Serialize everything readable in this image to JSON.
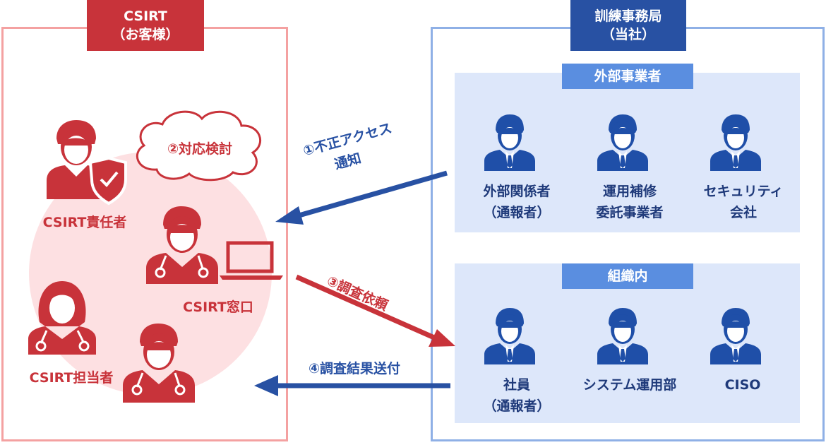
{
  "left_panel": {
    "header_line1": "CSIRT",
    "header_line2": "（お客様）",
    "cloud_label": "②対応検討",
    "csirt_head": "CSIRT責任者",
    "csirt_window": "CSIRT窓口",
    "csirt_staff": "CSIRT担当者"
  },
  "right_panel": {
    "header_line1": "訓練事務局",
    "header_line2": "（当社）",
    "external_group": {
      "title": "外部事業者",
      "members": [
        {
          "line1": "外部関係者",
          "line2": "（通報者）"
        },
        {
          "line1": "運用補修",
          "line2": "委託事業者"
        },
        {
          "line1": "セキュリティ",
          "line2": "会社"
        }
      ]
    },
    "internal_group": {
      "title": "組織内",
      "members": [
        {
          "line1": "社員",
          "line2": "（通報者）"
        },
        {
          "line1": "システム運用部",
          "line2": ""
        },
        {
          "line1": "CISO",
          "line2": ""
        }
      ]
    }
  },
  "arrows": {
    "step1_line1": "①不正アクセス",
    "step1_line2": "通知",
    "step3": "③調査依頼",
    "step4": "④調査結果送付"
  },
  "colors": {
    "red": "#c8333a",
    "blue": "#2851a3",
    "pink_panel_border": "#f4a1a1",
    "blue_panel_border": "#8fb0e6",
    "group_bg": "#dde7fa",
    "group_label_bg": "#5a8ee0",
    "circle_fill": "#fde0e2"
  }
}
